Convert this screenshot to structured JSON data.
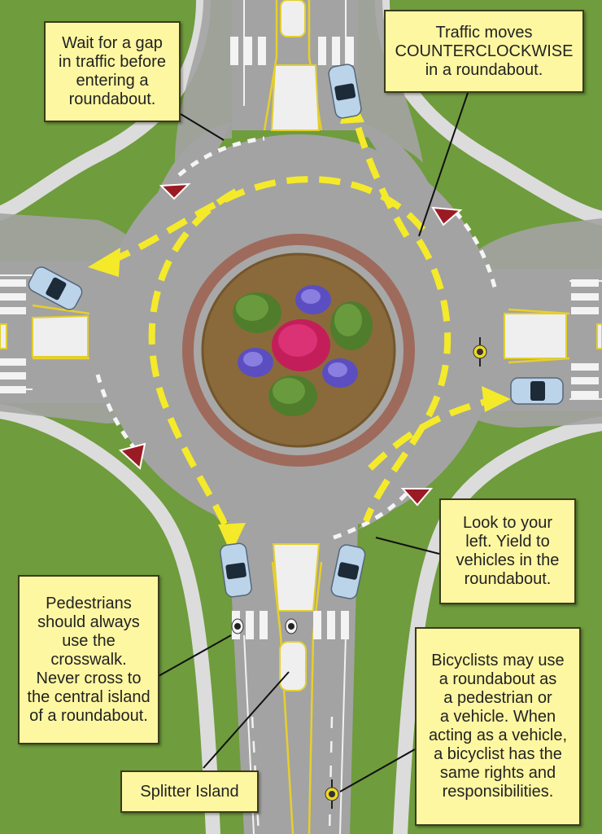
{
  "callouts": {
    "wait_gap": "Wait for a gap\nin traffic before\nentering a\nroundabout.",
    "counterclockwise": "Traffic moves\nCOUNTERCLOCKWISE\nin a roundabout.",
    "look_left": "Look to your\nleft. Yield to\nvehicles in the\nroundabout.",
    "pedestrians": "Pedestrians\nshould always\nuse the\ncrosswalk.\nNever cross to\nthe central island\nof a roundabout.",
    "bicyclists": "Bicyclists may use\na roundabout as\na pedestrian or\na vehicle. When\nacting as a vehicle,\na bicyclist has the\nsame rights and\nresponsibilities.",
    "splitter": "Splitter Island"
  },
  "colors": {
    "grass": "#6b9a3a",
    "road": "#a3a3a3",
    "sidewalk": "#dcdcdc",
    "apron": "#9e6a5c",
    "island_soil": "#8a6a3a",
    "arrow": "#f4ea2a",
    "callout_bg": "#fef7a1",
    "yield_red": "#9b1b24",
    "car": "#bcd4ea"
  },
  "icons": [
    "yield-sign-icon",
    "car-icon",
    "bicycle-icon",
    "pedestrian-icon",
    "shrub-icon",
    "flower-icon"
  ]
}
